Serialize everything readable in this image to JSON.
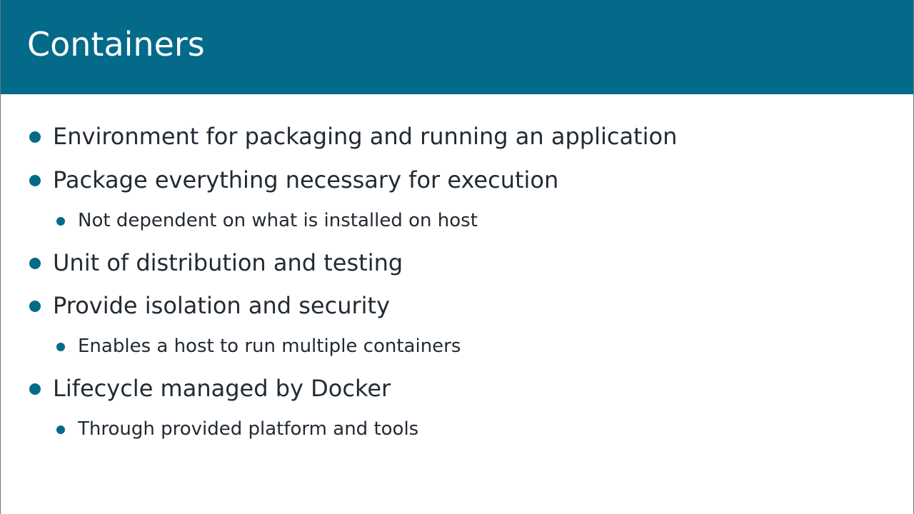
{
  "slide": {
    "title": "Containers",
    "bullets": [
      {
        "level": 1,
        "text": "Environment for packaging and running an application"
      },
      {
        "level": 1,
        "text": "Package everything necessary for execution"
      },
      {
        "level": 2,
        "text": "Not dependent on what is installed on host"
      },
      {
        "level": 1,
        "text": "Unit of distribution and testing"
      },
      {
        "level": 1,
        "text": "Provide isolation and security"
      },
      {
        "level": 2,
        "text": "Enables a host to run multiple containers"
      },
      {
        "level": 1,
        "text": "Lifecycle managed by Docker"
      },
      {
        "level": 2,
        "text": "Through provided platform and tools"
      }
    ]
  },
  "colors": {
    "header_background": "#046a8a",
    "title_text": "#ffffff",
    "bullet_dot": "#046a8a",
    "body_text": "#222a33",
    "slide_background": "#ffffff"
  },
  "icons": {
    "primary_bullet": "bullet-dot-icon",
    "secondary_bullet": "bullet-dot-icon"
  }
}
